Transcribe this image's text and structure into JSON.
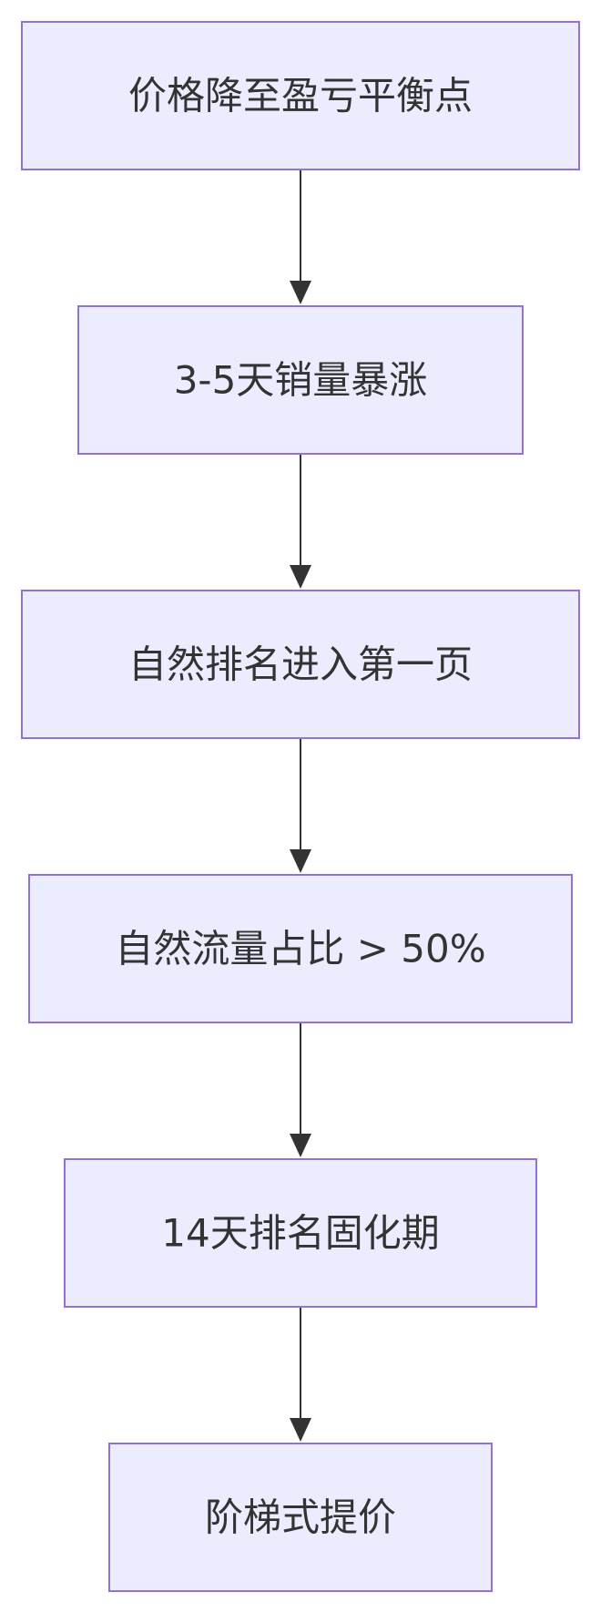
{
  "flowchart": {
    "direction": "top-to-bottom",
    "colors": {
      "node_fill": "#ECECFF",
      "node_border": "#9370DB",
      "text": "#333333",
      "edge": "#333333"
    },
    "nodes": [
      {
        "id": "n1",
        "label": "价格降至盈亏平衡点"
      },
      {
        "id": "n2",
        "label": "3-5天销量暴涨"
      },
      {
        "id": "n3",
        "label": "自然排名进入第一页"
      },
      {
        "id": "n4",
        "label": "自然流量占比 > 50%"
      },
      {
        "id": "n5",
        "label": "14天排名固化期"
      },
      {
        "id": "n6",
        "label": "阶梯式提价"
      }
    ],
    "edges": [
      {
        "from": "n1",
        "to": "n2"
      },
      {
        "from": "n2",
        "to": "n3"
      },
      {
        "from": "n3",
        "to": "n4"
      },
      {
        "from": "n4",
        "to": "n5"
      },
      {
        "from": "n5",
        "to": "n6"
      }
    ]
  }
}
